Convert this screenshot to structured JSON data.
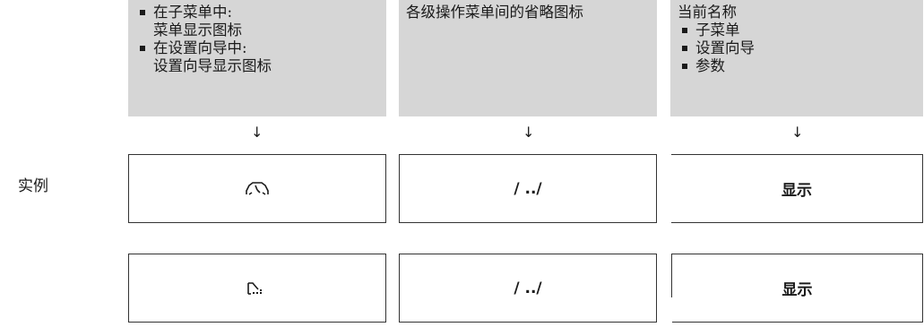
{
  "header": {
    "col1": {
      "lines": [
        {
          "text": "在子菜单中:",
          "bullet": true
        },
        {
          "text": "菜单显示图标",
          "bullet": false
        },
        {
          "text": "在设置向导中:",
          "bullet": true
        },
        {
          "text": "设置向导显示图标",
          "bullet": false
        }
      ]
    },
    "col2": {
      "title": "各级操作菜单间的省略图标"
    },
    "col3": {
      "title": "当前名称",
      "items": [
        "子菜单",
        "设置向导",
        "参数"
      ]
    }
  },
  "arrow_glyph": "↓",
  "example_label": "实例",
  "rows": [
    {
      "icon": "gauge-icon",
      "path": "/ ../",
      "name": "显示"
    },
    {
      "icon": "wizard-triangle-icon",
      "path": "/ ../",
      "name": "显示"
    }
  ]
}
